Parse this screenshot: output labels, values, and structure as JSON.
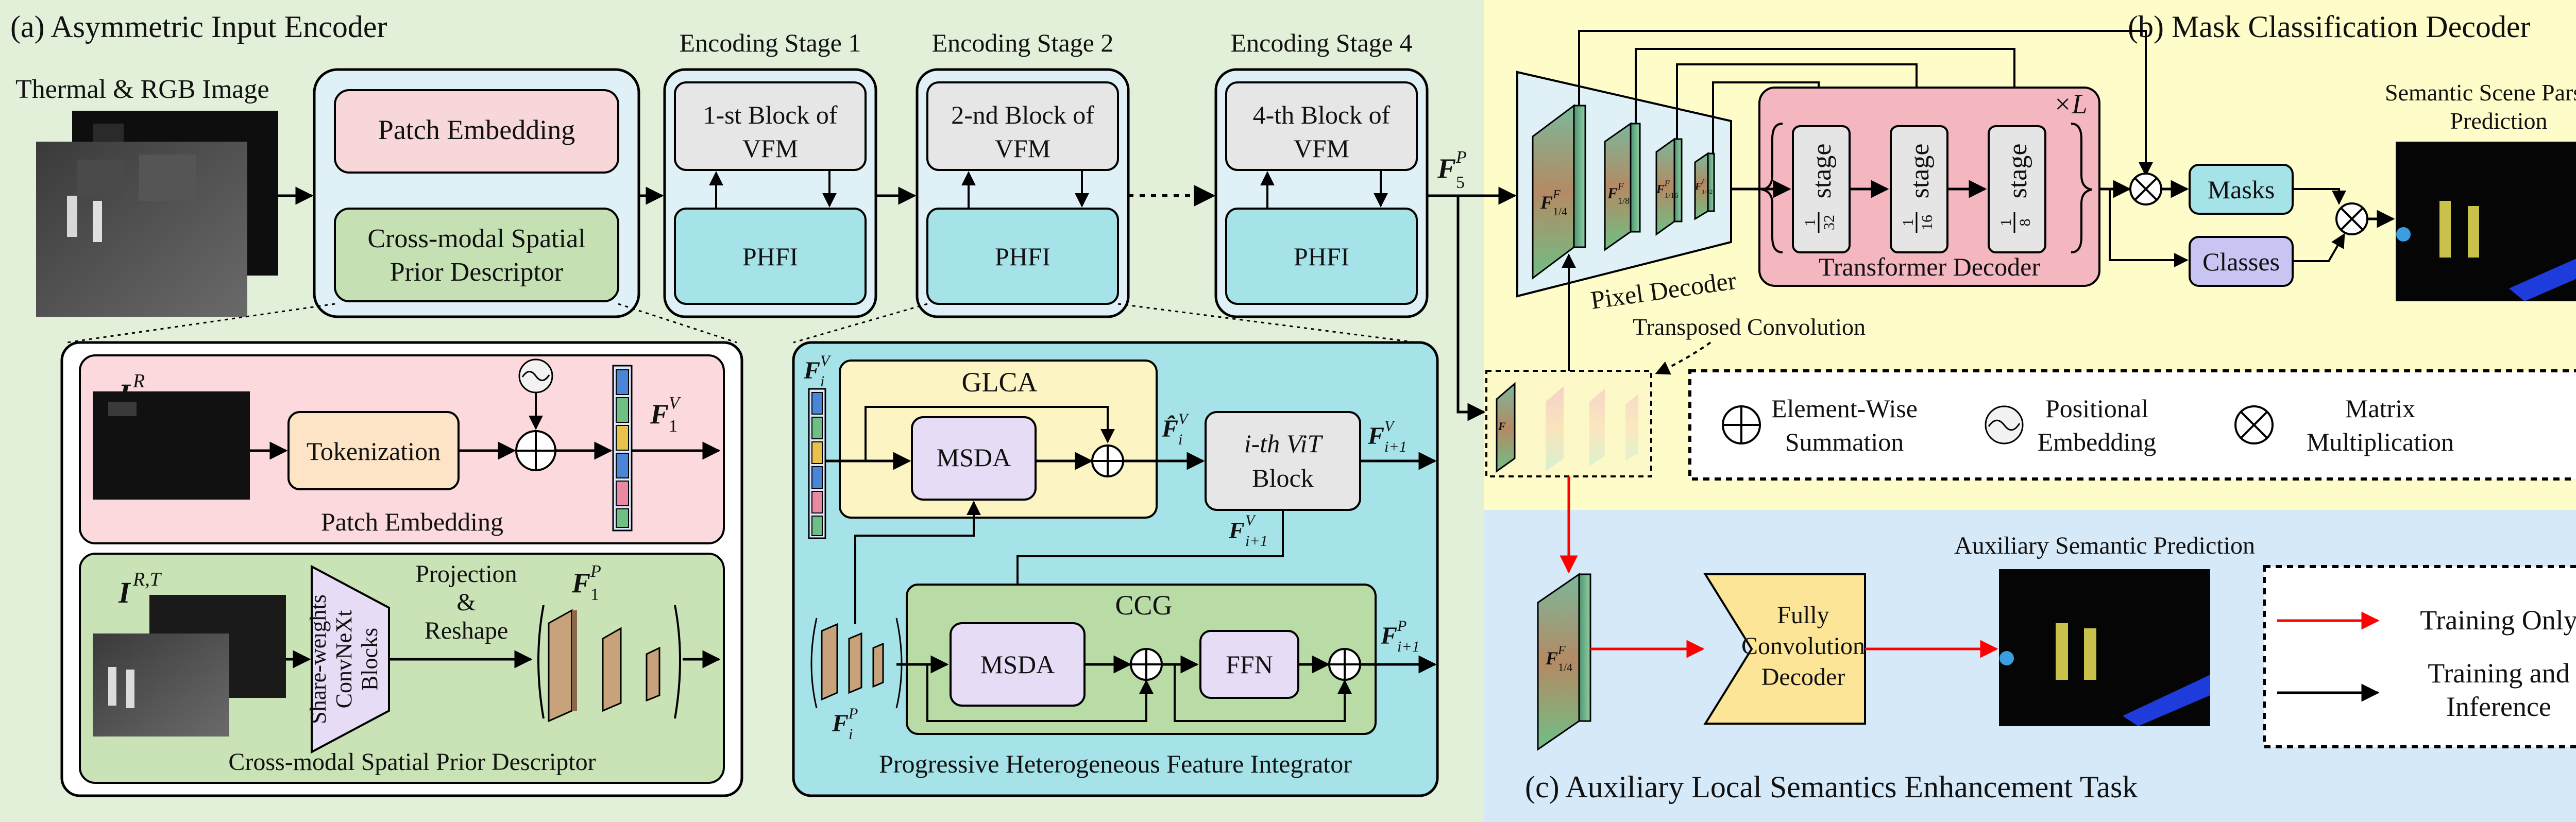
{
  "colors": {
    "encoder_bg": "#e2efd9",
    "decoder_bg": "#fefcc8",
    "aux_bg": "#d6e9f8",
    "block_gray": "#e7e6e6",
    "block_cyan": "#a6e3e9",
    "patch_pink": "#f8d7da",
    "prior_green": "#c5e0b3",
    "tokenization": "#fde4c6",
    "msda_purple": "#e6dcf5",
    "glca_yellow": "#fdf4c3",
    "ccg_green": "#b9dca6",
    "transformer_pink": "#f4b6bf",
    "stage_gray": "#e5e5e5",
    "masks_cyan": "#a6e3e9",
    "classes_purple": "#c9c5f2",
    "fcd_yellow": "#fce596",
    "red_arrow": "#ff0000",
    "black_arrow": "#000000"
  },
  "encoder": {
    "title": "(a) Asymmetric Input Encoder",
    "input_label": "Thermal & RGB Image",
    "patch_embedding": "Patch Embedding",
    "prior_descriptor_line1": "Cross-modal Spatial",
    "prior_descriptor_line2": "Prior Descriptor",
    "stages": [
      {
        "title": "Encoding Stage 1",
        "block_line1": "1-st Block of",
        "block_line2": "VFM",
        "phfi": "PHFI"
      },
      {
        "title": "Encoding Stage 2",
        "block_line1": "2-nd Block of",
        "block_line2": "VFM",
        "phfi": "PHFI"
      },
      {
        "title": "Encoding Stage 4",
        "block_line1": "4-th Block of",
        "block_line2": "VFM",
        "phfi": "PHFI"
      }
    ],
    "f5p_label": "F",
    "f5p_sup": "P",
    "f5p_sub": "5"
  },
  "patch_detail": {
    "input_label": "I",
    "input_sup": "R",
    "tokenization": "Tokenization",
    "output_label": "F",
    "output_sup": "V",
    "output_sub": "1",
    "caption": "Patch Embedding"
  },
  "prior_detail": {
    "input_label": "I",
    "input_sup": "R,T",
    "backbone_line1": "Share-weights",
    "backbone_line2": "ConvNeXt",
    "backbone_line3": "Blocks",
    "projection_line1": "Projection",
    "projection_line2": "&",
    "projection_line3": "Reshape",
    "output_label": "F",
    "output_sup": "P",
    "output_sub": "1",
    "caption": "Cross-modal Spatial Prior Descriptor"
  },
  "phfi_detail": {
    "fv_label": "F",
    "fv_sup": "V",
    "fv_sub": "i",
    "glca": "GLCA",
    "msda": "MSDA",
    "fhat_label": "F̂",
    "fhat_sup": "V",
    "fhat_sub": "i",
    "vit_line1": "i-th ViT",
    "vit_line2": "Block",
    "vit_out_label": "F",
    "vit_out_sup": "V",
    "vit_out_sub": "i+1",
    "vit_down_label": "F",
    "vit_down_sup": "V",
    "vit_down_sub": "i+1",
    "ccg": "CCG",
    "ffn": "FFN",
    "fp_label": "F",
    "fp_sup": "P",
    "fp_sub": "i",
    "ccg_out_label": "F",
    "ccg_out_sup": "P",
    "ccg_out_sub": "i+1",
    "caption": "Progressive Heterogeneous Feature Integrator"
  },
  "decoder": {
    "title": "(b) Mask Classification Decoder",
    "pixel_decoder": "Pixel Decoder",
    "transformer_decoder": "Transformer Decoder",
    "repeat": "×L",
    "stage_word": "stage",
    "stage_fractions": [
      {
        "num": "1",
        "den": "32"
      },
      {
        "num": "1",
        "den": "16"
      },
      {
        "num": "1",
        "den": "8"
      }
    ],
    "feature_label": "F",
    "feature_sup": "F",
    "feature_subs": [
      "1/4",
      "1/8",
      "1/16",
      "1/32"
    ],
    "masks": "Masks",
    "classes": "Classes",
    "output_title_line1": "Semantic Scene Parsing",
    "output_title_line2": "Prediction",
    "transposed_conv": "Transposed Convolution"
  },
  "legend_top": {
    "sum_line1": "Element-Wise",
    "sum_line2": "Summation",
    "pos_line1": "Positional",
    "pos_line2": "Embedding",
    "mul_line1": "Matrix",
    "mul_line2": "Multiplication"
  },
  "aux": {
    "title": "(c) Auxiliary Local Semantics Enhancement Task",
    "feature_label": "F",
    "feature_sup": "F",
    "feature_sub": "1/4",
    "fcd_line1": "Fully",
    "fcd_line2": "Convolution",
    "fcd_line3": "Decoder",
    "prediction_title": "Auxiliary Semantic Prediction",
    "legend_training_only": "Training Only",
    "legend_training_inference_line1": "Training and",
    "legend_training_inference_line2": "Inference"
  }
}
